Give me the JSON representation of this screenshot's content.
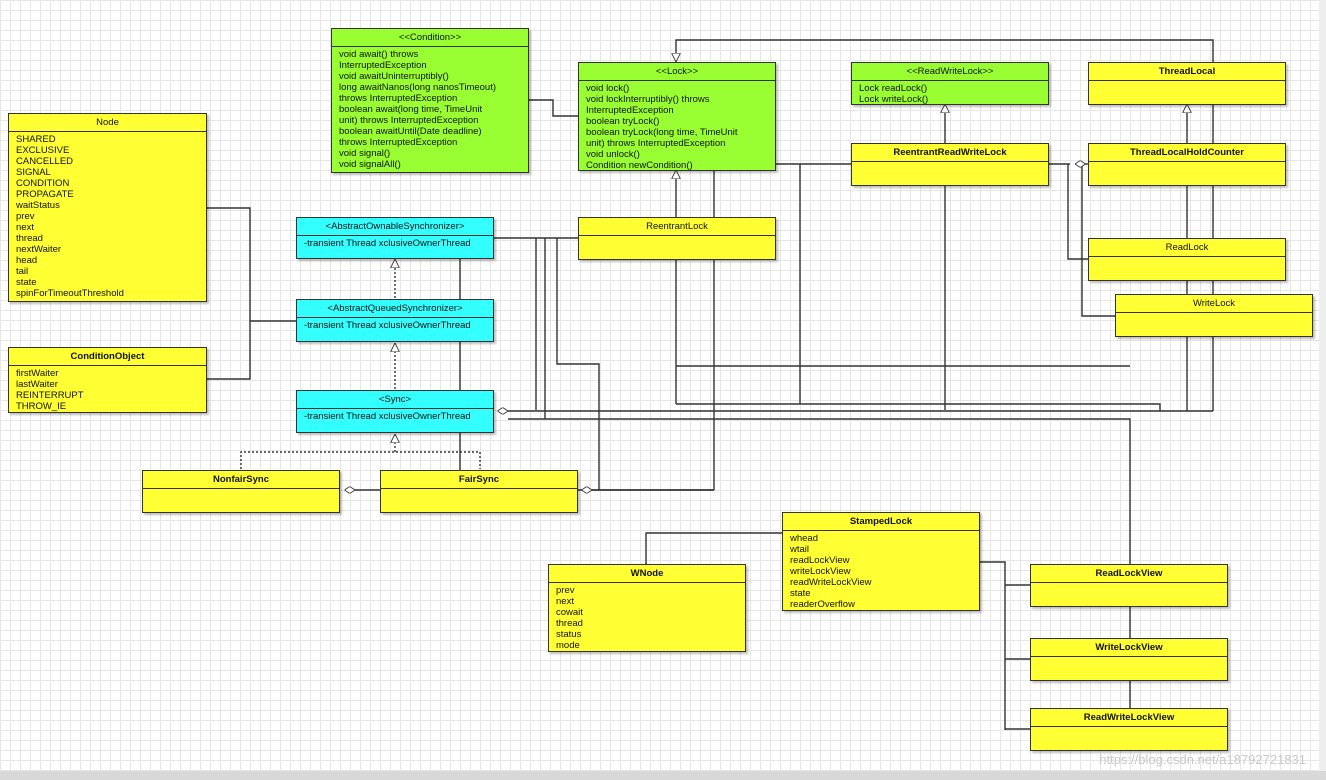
{
  "diagram": {
    "classes": {
      "node": {
        "title": "Node",
        "members": [
          "SHARED",
          "EXCLUSIVE",
          "CANCELLED",
          "SIGNAL",
          "CONDITION",
          "PROPAGATE",
          "waitStatus",
          "prev",
          "next",
          "thread",
          "nextWaiter",
          "head",
          "tail",
          "state",
          "spinForTimeoutThreshold"
        ]
      },
      "condition_object": {
        "title": "ConditionObject",
        "members": [
          "firstWaiter",
          "lastWaiter",
          "REINTERRUPT",
          "THROW_IE"
        ]
      },
      "condition": {
        "title": "<<Condition>>",
        "members": [
          "void await() throws",
          "InterruptedException",
          "void awaitUninterruptibly()",
          "long awaitNanos(long nanosTimeout)",
          "throws InterruptedException",
          "boolean await(long time, TimeUnit",
          "unit) throws InterruptedException",
          "boolean awaitUntil(Date deadline)",
          "throws InterruptedException",
          "void signal()",
          "void signalAll()"
        ]
      },
      "lock": {
        "title": "<<Lock>>",
        "members": [
          "void lock()",
          "void lockInterruptibly() throws",
          "InterruptedException",
          "boolean tryLock()",
          "boolean tryLock(long time, TimeUnit",
          "unit) throws InterruptedException",
          "void unlock()",
          "Condition newCondition()"
        ]
      },
      "read_write_lock": {
        "title": "<<ReadWriteLock>>",
        "members": [
          "Lock readLock()",
          "Lock writeLock()"
        ]
      },
      "thread_local": {
        "title": "ThreadLocal",
        "members": []
      },
      "reentrant_read_write_lock": {
        "title": "ReentrantReadWriteLock",
        "members": []
      },
      "thread_local_hold_counter": {
        "title": "ThreadLocalHoldCounter",
        "members": []
      },
      "read_lock": {
        "title": "ReadLock",
        "members": []
      },
      "write_lock": {
        "title": "WriteLock",
        "members": []
      },
      "aos": {
        "title": "<AbstractOwnableSynchronizer>",
        "members": [
          "-transient Thread xclusiveOwnerThread"
        ]
      },
      "aqs": {
        "title": "<AbstractQueuedSynchronizer>",
        "members": [
          "-transient Thread xclusiveOwnerThread"
        ]
      },
      "sync": {
        "title": "<Sync>",
        "members": [
          "-transient Thread xclusiveOwnerThread"
        ]
      },
      "reentrant_lock": {
        "title": "ReentrantLock",
        "members": []
      },
      "nonfair_sync": {
        "title": "NonfairSync",
        "members": []
      },
      "fair_sync": {
        "title": "FairSync",
        "members": []
      },
      "stamped_lock": {
        "title": "StampedLock",
        "members": [
          "whead",
          "wtail",
          "readLockView",
          "writeLockView",
          "readWriteLockView",
          "state",
          "readerOverflow"
        ]
      },
      "wnode": {
        "title": "WNode",
        "members": [
          "prev",
          "next",
          "cowait",
          "thread",
          "status",
          "mode"
        ]
      },
      "read_lock_view": {
        "title": "ReadLockView",
        "members": []
      },
      "write_lock_view": {
        "title": "WriteLockView",
        "members": []
      },
      "read_write_lock_view": {
        "title": "ReadWriteLockView",
        "members": []
      }
    },
    "colors": {
      "interface": "#99ff33",
      "abstract": "#33ffff",
      "class": "#ffff33",
      "line": "#333333"
    }
  },
  "watermark": "https://blog.csdn.net/a18792721831"
}
